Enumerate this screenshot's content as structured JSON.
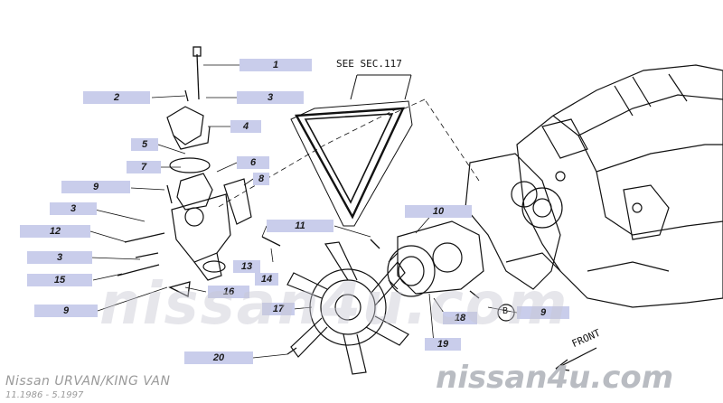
{
  "diagram": {
    "see_section": "SEE SEC.117",
    "front_label": "FRONT",
    "circled_ref": "B",
    "callouts": {
      "c1": "1",
      "c2": "2",
      "c3a": "3",
      "c4": "4",
      "c5": "5",
      "c6": "6",
      "c7": "7",
      "c8": "8",
      "c9a": "9",
      "c3b": "3",
      "c12": "12",
      "c3c": "3",
      "c15": "15",
      "c9b": "9",
      "c11": "11",
      "c10": "10",
      "c13": "13",
      "c14": "14",
      "c16": "16",
      "c17": "17",
      "c18": "18",
      "c19": "19",
      "c9c": "9",
      "c20": "20"
    }
  },
  "footer": {
    "model": "Nissan URVAN/KING VAN",
    "dates": "11.1986 - 5.1997"
  },
  "watermark": {
    "text_faint": "nissan4u.com",
    "text_brand": "nissan4u.com"
  }
}
